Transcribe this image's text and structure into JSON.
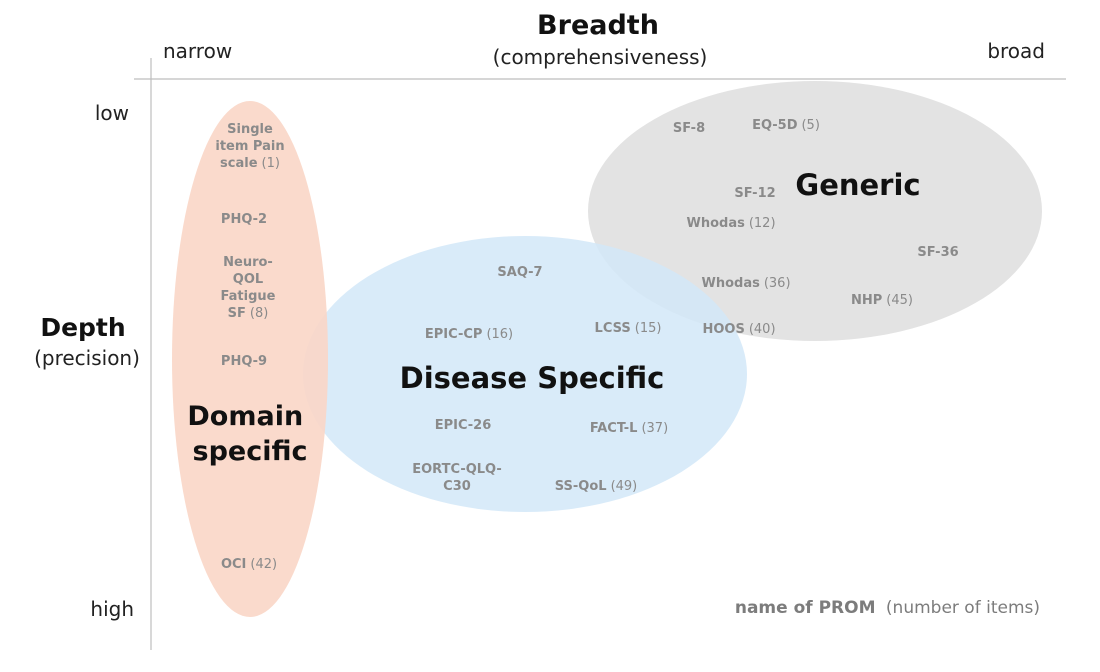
{
  "axes": {
    "x_title": "Breadth",
    "x_subtitle": "(comprehensiveness)",
    "x_low": "narrow",
    "x_high": "broad",
    "y_title": "Depth",
    "y_subtitle": "(precision)",
    "y_low": "low",
    "y_high": "high"
  },
  "regions": {
    "domain": {
      "label_lines": [
        "Domain",
        "specific"
      ],
      "color": "#f9d6c6"
    },
    "disease": {
      "label": "Disease Specific",
      "color": "#d2e8f8"
    },
    "generic": {
      "label": "Generic",
      "color": "#e3e3e3"
    }
  },
  "proms": [
    {
      "id": "single-item-pain",
      "name_lines": [
        "Single",
        "item Pain",
        "scale"
      ],
      "count": "(1)"
    },
    {
      "id": "phq-2",
      "name_lines": [
        "PHQ-2"
      ],
      "count": ""
    },
    {
      "id": "neuro-qol",
      "name_lines": [
        "Neuro-",
        "QOL",
        "Fatigue",
        "SF"
      ],
      "count": "(8)"
    },
    {
      "id": "phq-9",
      "name_lines": [
        "PHQ-9"
      ],
      "count": ""
    },
    {
      "id": "oci",
      "name_lines": [
        "OCI"
      ],
      "count": "(42)"
    },
    {
      "id": "saq-7",
      "name_lines": [
        "SAQ-7"
      ],
      "count": ""
    },
    {
      "id": "epic-cp",
      "name_lines": [
        "EPIC-CP"
      ],
      "count": "(16)"
    },
    {
      "id": "lcss",
      "name_lines": [
        "LCSS"
      ],
      "count": "(15)"
    },
    {
      "id": "epic-26",
      "name_lines": [
        "EPIC-26"
      ],
      "count": ""
    },
    {
      "id": "fact-l",
      "name_lines": [
        "FACT-L"
      ],
      "count": "(37)"
    },
    {
      "id": "eortc",
      "name_lines": [
        "EORTC-QLQ-",
        "C30"
      ],
      "count": ""
    },
    {
      "id": "ss-qol",
      "name_lines": [
        "SS-QoL"
      ],
      "count": "(49)"
    },
    {
      "id": "sf-8",
      "name_lines": [
        "SF-8"
      ],
      "count": ""
    },
    {
      "id": "eq-5d",
      "name_lines": [
        "EQ-5D"
      ],
      "count": "(5)"
    },
    {
      "id": "sf-12",
      "name_lines": [
        "SF-12"
      ],
      "count": ""
    },
    {
      "id": "whodas-12",
      "name_lines": [
        "Whodas"
      ],
      "count": "(12)"
    },
    {
      "id": "sf-36",
      "name_lines": [
        "SF-36"
      ],
      "count": ""
    },
    {
      "id": "whodas-36",
      "name_lines": [
        "Whodas"
      ],
      "count": "(36)"
    },
    {
      "id": "nhp",
      "name_lines": [
        "NHP"
      ],
      "count": "(45)"
    },
    {
      "id": "hoos",
      "name_lines": [
        "HOOS"
      ],
      "count": "(40)"
    }
  ],
  "legend": {
    "name": "name of PROM",
    "count": "(number of items)"
  }
}
